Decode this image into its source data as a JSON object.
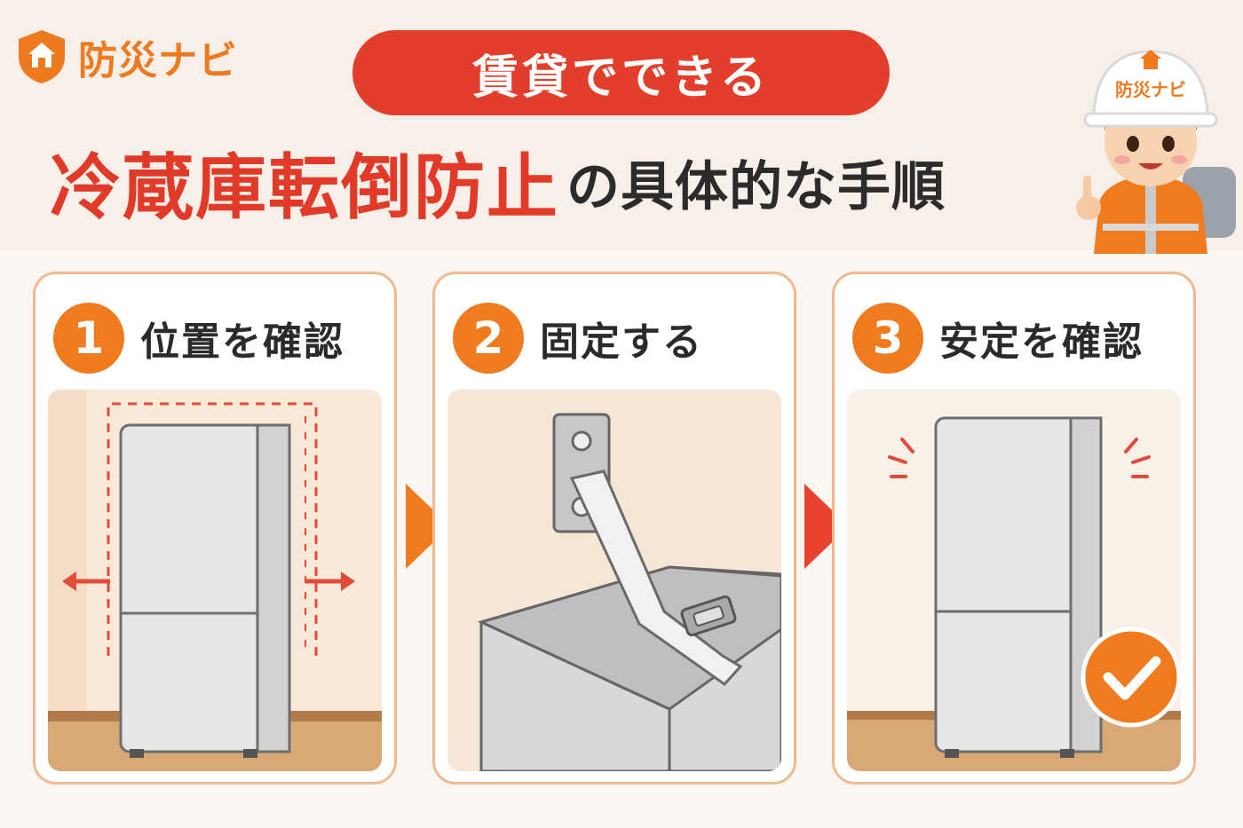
{
  "brand": {
    "name": "防災ナビ"
  },
  "header": {
    "badge": "賃貸でできる",
    "title_highlight": "冷蔵庫転倒防止",
    "title_rest": "の具体的な手順"
  },
  "mascot": {
    "helmet_label": "防災ナビ"
  },
  "steps": [
    {
      "number": "1",
      "title": "位置を確認"
    },
    {
      "number": "2",
      "title": "固定する"
    },
    {
      "number": "3",
      "title": "安定を確認"
    }
  ],
  "colors": {
    "brand_orange": "#ee7a1f",
    "accent_red": "#e23e2b",
    "card_border": "#f2b98f",
    "check_orange": "#ef7b1e"
  },
  "icons": [
    "house-shield-icon",
    "chevron-right-icon",
    "check-icon",
    "arrow-left-icon",
    "arrow-right-icon"
  ]
}
